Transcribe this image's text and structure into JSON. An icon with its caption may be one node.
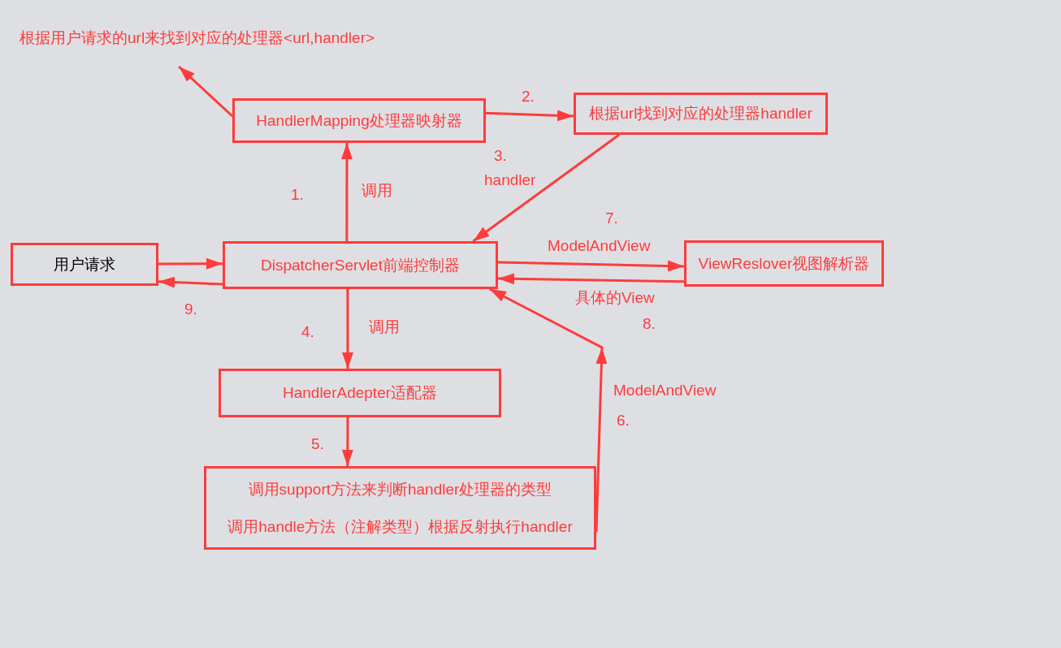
{
  "diagram": {
    "nodes": [
      {
        "text": [
          "根据用户请求的url来找到对应的处理器<url,handler>"
        ]
      },
      {
        "text": [
          "HandlerMapping处理器映射器"
        ]
      },
      {
        "text": [
          "根据url找到对应的处理器handler"
        ]
      },
      {
        "text": [
          "用户请求"
        ]
      },
      {
        "text": [
          "DispatcherServlet前端控制器"
        ]
      },
      {
        "text": [
          "ViewReslover视图解析器"
        ]
      },
      {
        "text": [
          "HandlerAdepter适配器"
        ]
      },
      {
        "text": [
          "调用support方法来判断handler处理器的类型",
          "调用handle方法（注解类型）根据反射执行handler"
        ]
      }
    ],
    "edges": [
      {
        "from": 1,
        "to": 0,
        "arrow": "to"
      },
      {
        "from": 4,
        "to": 1,
        "arrow": "to",
        "label": "调用"
      },
      {
        "from": 1,
        "to": 2,
        "arrow": "to"
      },
      {
        "from": 2,
        "to": 4,
        "arrow": "to",
        "label": "handler"
      },
      {
        "from": 3,
        "to": 4,
        "arrow": "to"
      },
      {
        "from": 4,
        "to": 3,
        "arrow": "to"
      },
      {
        "from": 4,
        "to": 5,
        "arrow": "to",
        "label": "ModelAndView"
      },
      {
        "from": 5,
        "to": 4,
        "arrow": "to",
        "label": "具体的View"
      },
      {
        "from": 4,
        "to": 6,
        "arrow": "to",
        "label": "调用"
      },
      {
        "from": 6,
        "to": 7,
        "arrow": "to"
      },
      {
        "from": 7,
        "to": 4,
        "arrow": "to",
        "label": "ModelAndView"
      }
    ],
    "labels": [
      "2.",
      "3.",
      "1.",
      "7.",
      "9.",
      "8.",
      "4.",
      "6.",
      "5."
    ]
  }
}
